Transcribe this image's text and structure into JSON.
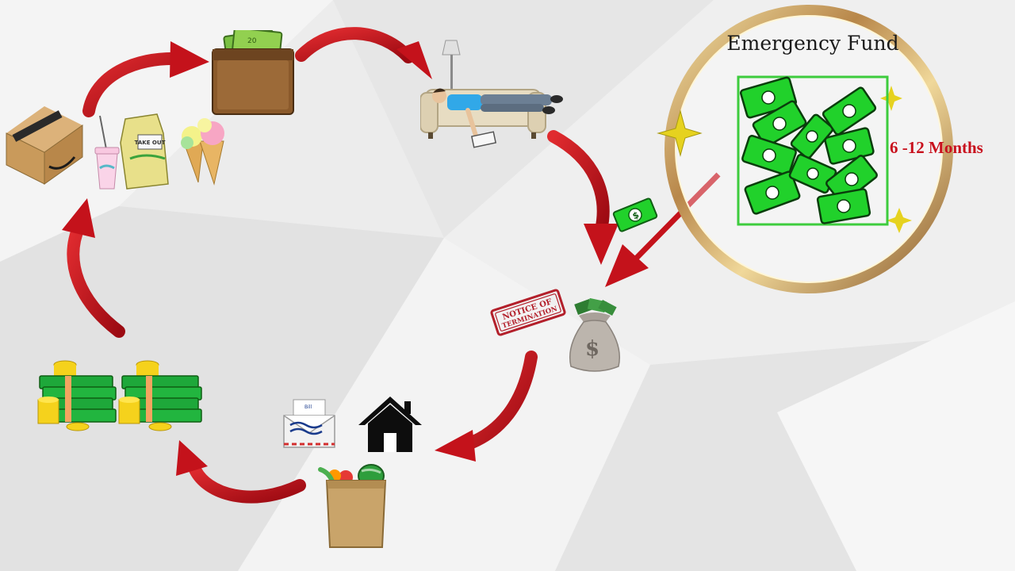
{
  "emergency_fund": {
    "title": "Emergency Fund",
    "duration": "6 -12 Months"
  },
  "stamp": {
    "line1": "NOTICE OF",
    "line2": "TERMINATION"
  },
  "takeout_bag_text": "TAKE OUT",
  "bill_envelope_text": "Bill",
  "colors": {
    "arrow_red": "#c4121b",
    "money_green": "#21d12b",
    "fund_box_border": "#3dcc3d",
    "ring_gold": "#c9a760",
    "duration_text": "#c8101c",
    "background": "#ececec"
  },
  "cycle_icons": [
    "wallet-icon",
    "person-on-couch-icon",
    "money-bag-icon",
    "house-icon",
    "bill-envelope-icon",
    "grocery-bag-icon",
    "money-stacks-icon",
    "shopping-box-icon",
    "takeout-icon",
    "ice-cream-icon"
  ]
}
